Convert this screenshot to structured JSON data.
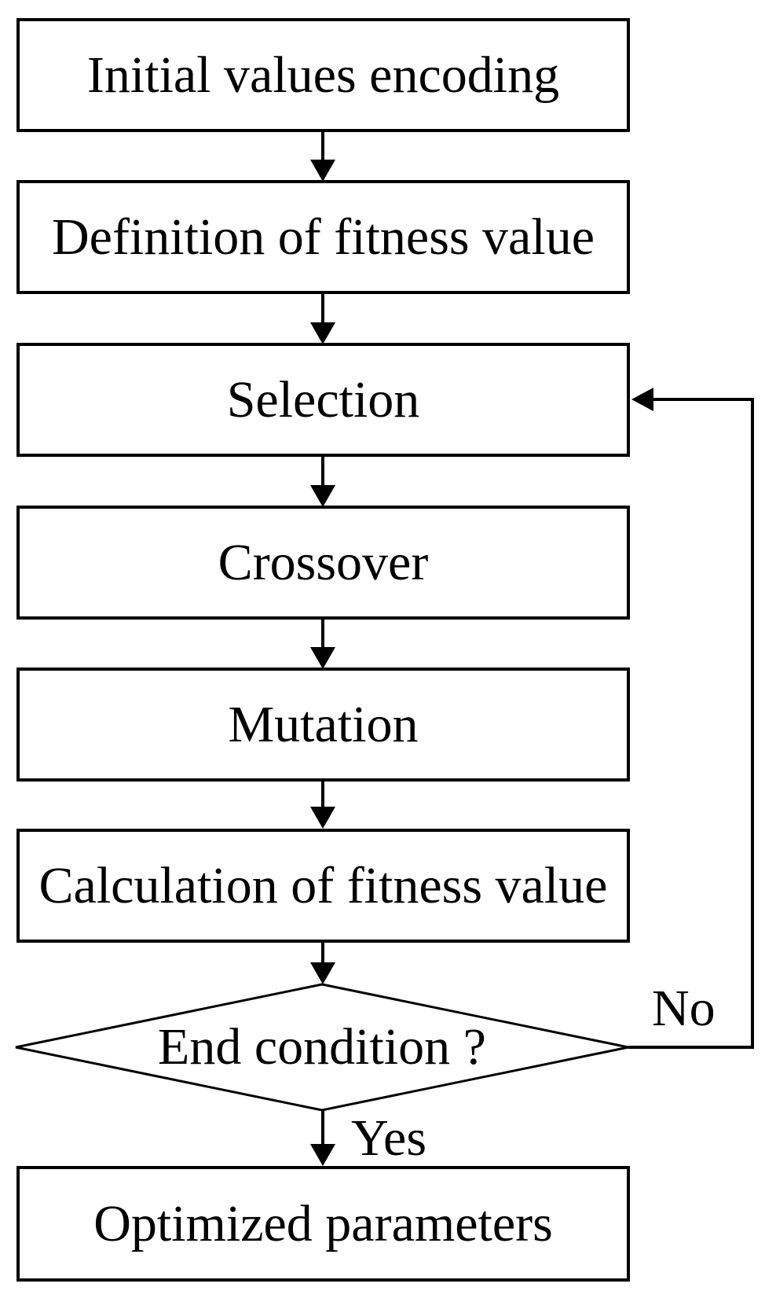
{
  "flowchart": {
    "boxes": [
      {
        "label": "Initial values encoding"
      },
      {
        "label": "Definition of fitness value"
      },
      {
        "label": "Selection"
      },
      {
        "label": "Crossover"
      },
      {
        "label": "Mutation"
      },
      {
        "label": "Calculation of fitness value"
      },
      {
        "label": "Optimized parameters"
      }
    ],
    "decision": {
      "label": "End condition ?"
    },
    "branch_labels": {
      "yes": "Yes",
      "no": "No"
    },
    "colors": {
      "line": "#000000",
      "text": "#000000",
      "background": "#ffffff"
    }
  }
}
